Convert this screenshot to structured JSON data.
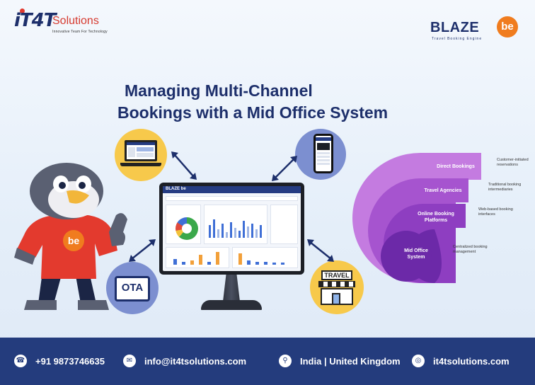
{
  "logos": {
    "left": {
      "mark": "iT4T",
      "name": "Solutions",
      "tagline": "Innovative Team For Technology"
    },
    "right": {
      "name": "BLAZE",
      "badge": "be",
      "tagline": "Travel Booking Engine"
    }
  },
  "title": {
    "line1": "Managing Multi-Channel",
    "line2": "Bookings with a Mid Office System"
  },
  "channels": {
    "ota": "OTA",
    "travel_sign": "TRAVEL",
    "mascot_badge": "be",
    "dashboard_brand": "BLAZE be"
  },
  "funnel": [
    {
      "label": "Direct Bookings",
      "note": [
        "Customer-initiated",
        "reservations"
      ],
      "color": "#c47be0"
    },
    {
      "label": "Travel Agencies",
      "note": [
        "Traditional booking",
        "intermediaries"
      ],
      "color": "#a654cf"
    },
    {
      "label_lines": [
        "Online Booking",
        "Platforms"
      ],
      "note": [
        "Web-based booking",
        "interfaces"
      ],
      "color": "#8e3ec1"
    },
    {
      "label_lines": [
        "Mid Office",
        "System"
      ],
      "note": [
        "Centralized booking",
        "management"
      ],
      "color": "#6c29a8"
    }
  ],
  "footer": {
    "phone": "+91 9873746635",
    "email": "info@it4tsolutions.com",
    "location": "India | United Kingdom",
    "website": "it4tsolutions.com"
  },
  "icons": {
    "phone": "phone-icon",
    "email": "mail-icon",
    "location": "location-pin-icon",
    "website": "globe-icon"
  },
  "colors": {
    "navy": "#1d2f6b",
    "footer": "#243c7d",
    "accent_orange": "#f07c1e",
    "accent_red": "#d63a2f",
    "yellow": "#f7c94b",
    "periwinkle": "#7c8fd0"
  }
}
